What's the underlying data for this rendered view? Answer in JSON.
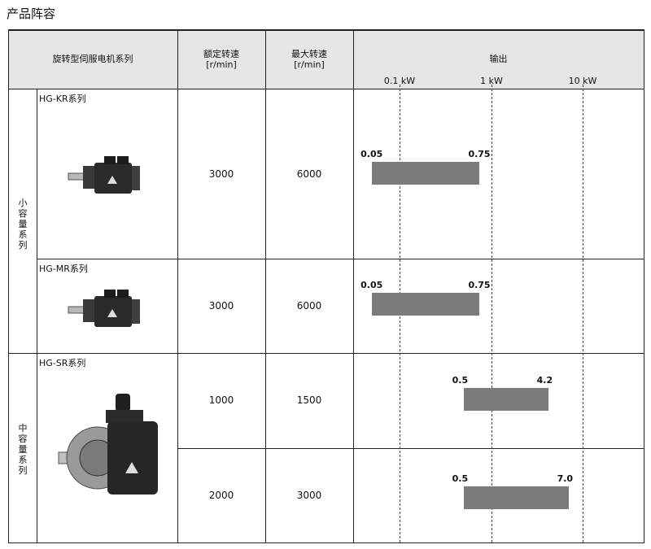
{
  "page_title": "产品阵容",
  "header": {
    "series_col": "旋转型伺服电机系列",
    "rated_speed": {
      "label": "额定转速",
      "unit": "[r/min]"
    },
    "max_speed": {
      "label": "最大转速",
      "unit": "[r/min]"
    },
    "output": {
      "label": "输出",
      "ticks": [
        "0.1 kW",
        "1 kW",
        "10 kW"
      ]
    }
  },
  "categories": {
    "small": "小容量系列",
    "medium": "中容量系列"
  },
  "rows": [
    {
      "series": "HG-KR系列",
      "rated": "3000",
      "max": "6000",
      "min_label": "0.05",
      "max_label": "0.75",
      "min_kw": 0.05,
      "max_kw": 0.75
    },
    {
      "series": "HG-MR系列",
      "rated": "3000",
      "max": "6000",
      "min_label": "0.05",
      "max_label": "0.75",
      "min_kw": 0.05,
      "max_kw": 0.75
    },
    {
      "series": "HG-SR系列",
      "rated": "1000",
      "max": "1500",
      "min_label": "0.5",
      "max_label": "4.2",
      "min_kw": 0.5,
      "max_kw": 4.2
    },
    {
      "series": "",
      "rated": "2000",
      "max": "3000",
      "min_label": "0.5",
      "max_label": "7.0",
      "min_kw": 0.5,
      "max_kw": 7.0
    }
  ],
  "colors": {
    "bar": "#7b7b7b",
    "header_bg": "#e6e6e6"
  }
}
